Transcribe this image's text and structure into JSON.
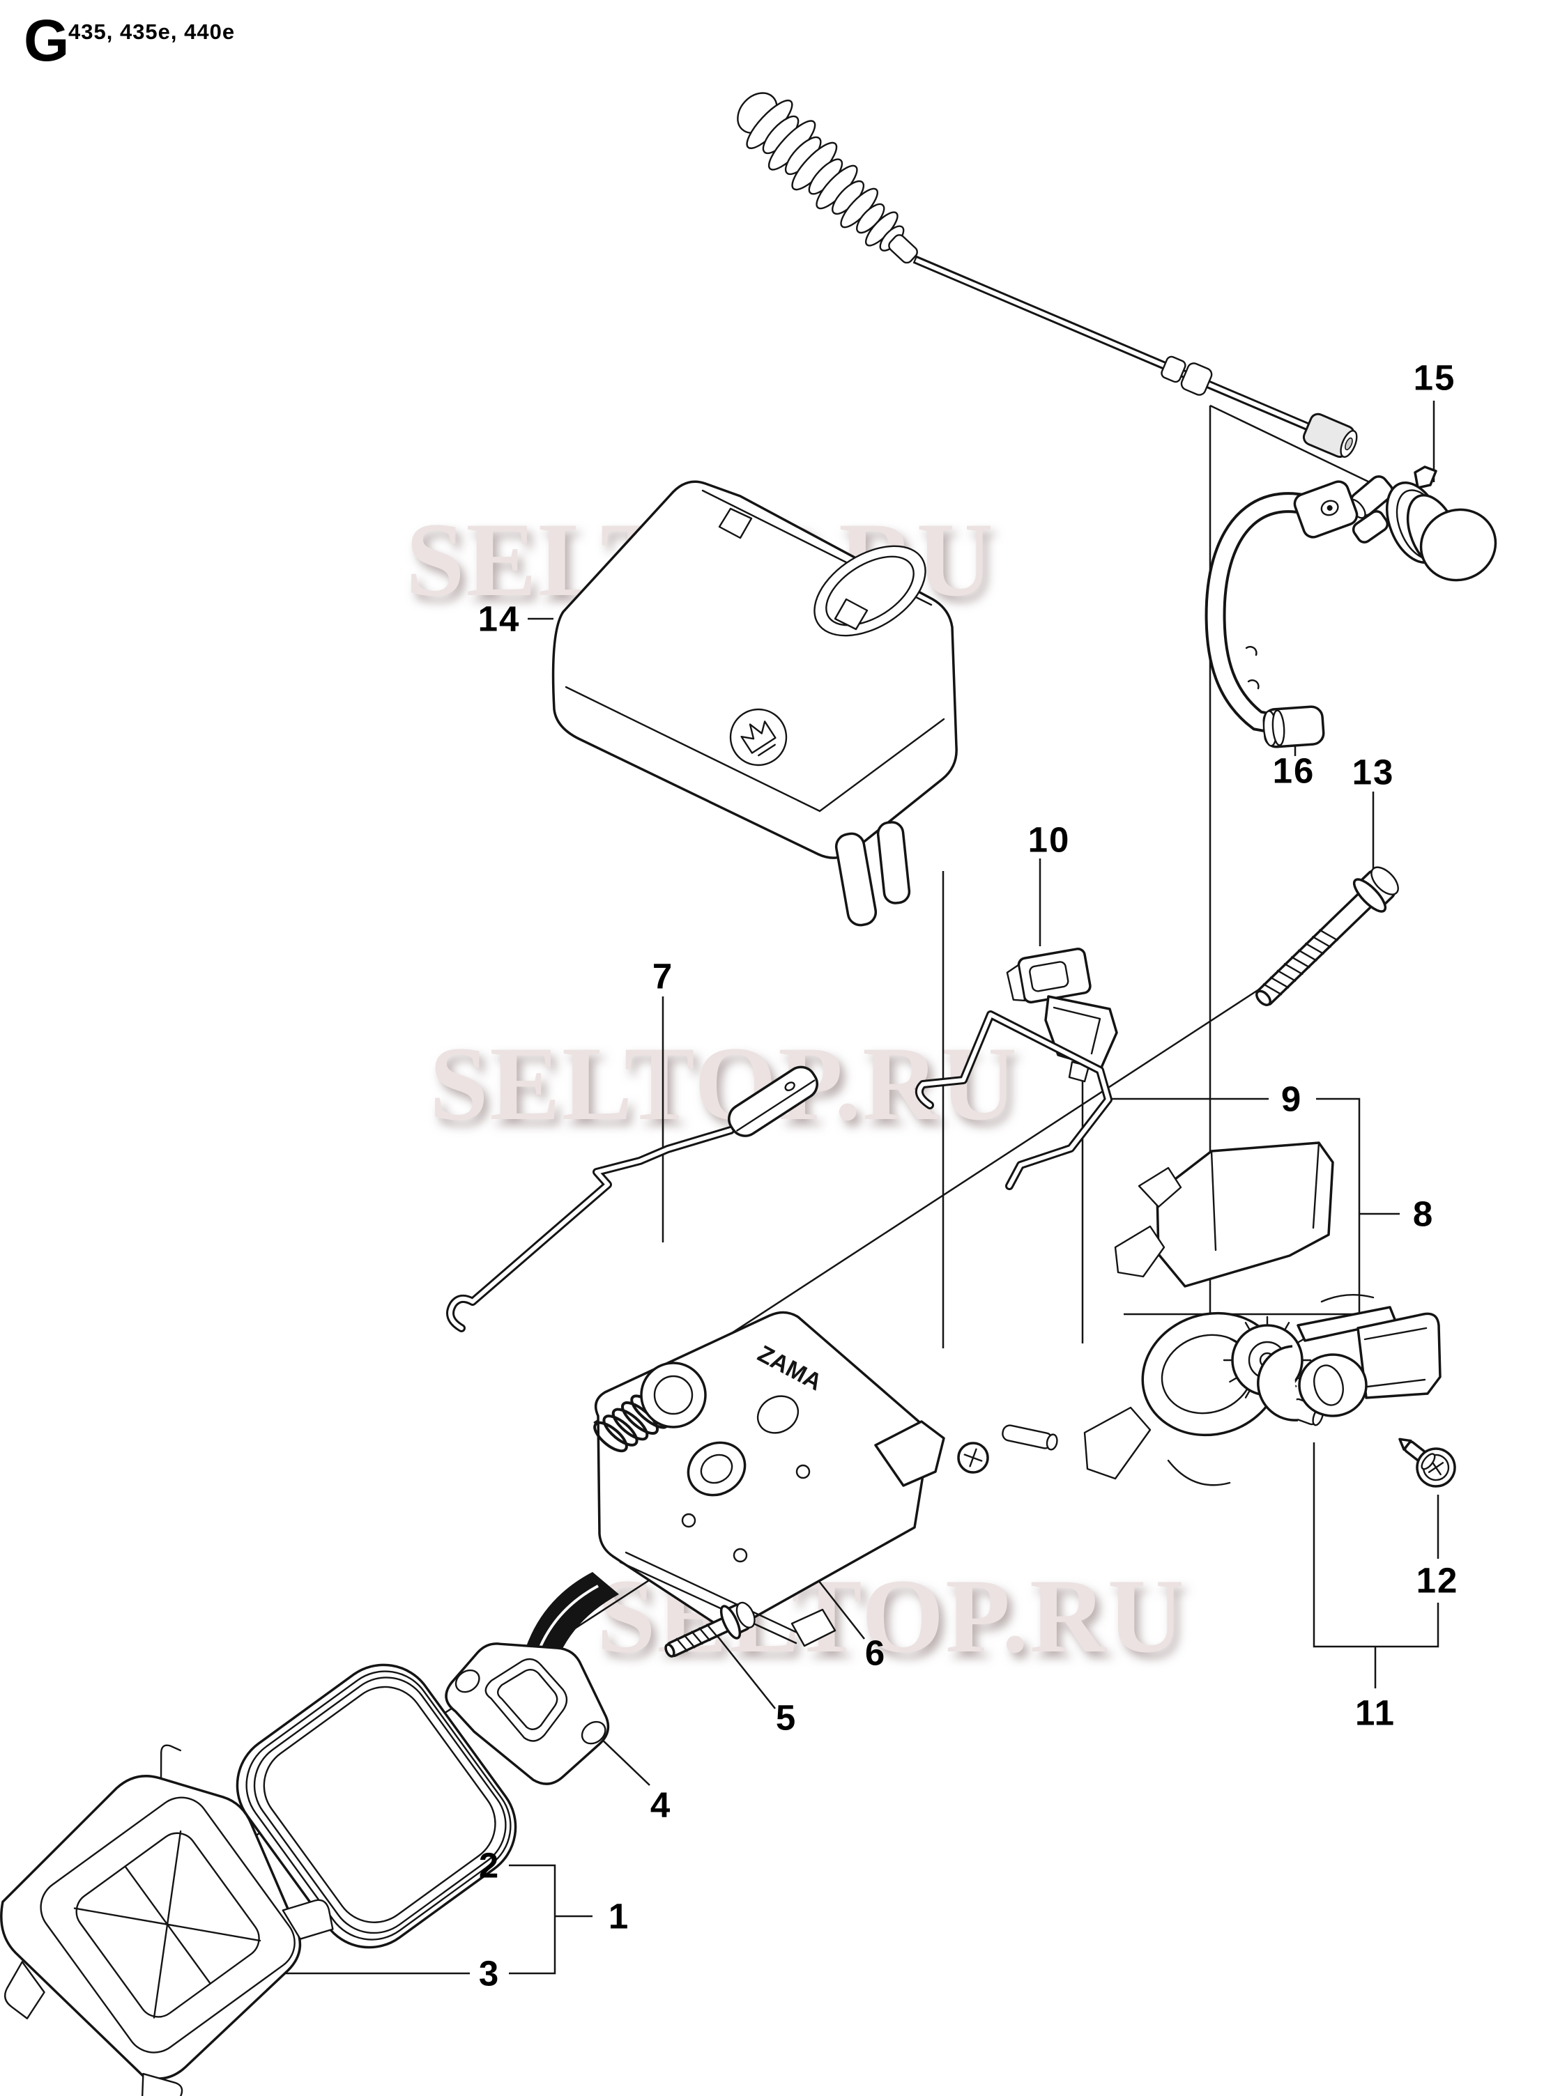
{
  "header": {
    "section_letter": "G",
    "models": "435, 435e, 440e"
  },
  "watermark": {
    "text": "SELTOP.RU",
    "color": "#ece2e2"
  },
  "diagram": {
    "carb_brand": "ZAMA"
  },
  "labels": {
    "n1": "1",
    "n2": "2",
    "n3": "3",
    "n4": "4",
    "n5": "5",
    "n6": "6",
    "n7": "7",
    "n8": "8",
    "n9": "9",
    "n10": "10",
    "n11": "11",
    "n12": "12",
    "n13": "13",
    "n14": "14",
    "n15": "15",
    "n16": "16"
  }
}
